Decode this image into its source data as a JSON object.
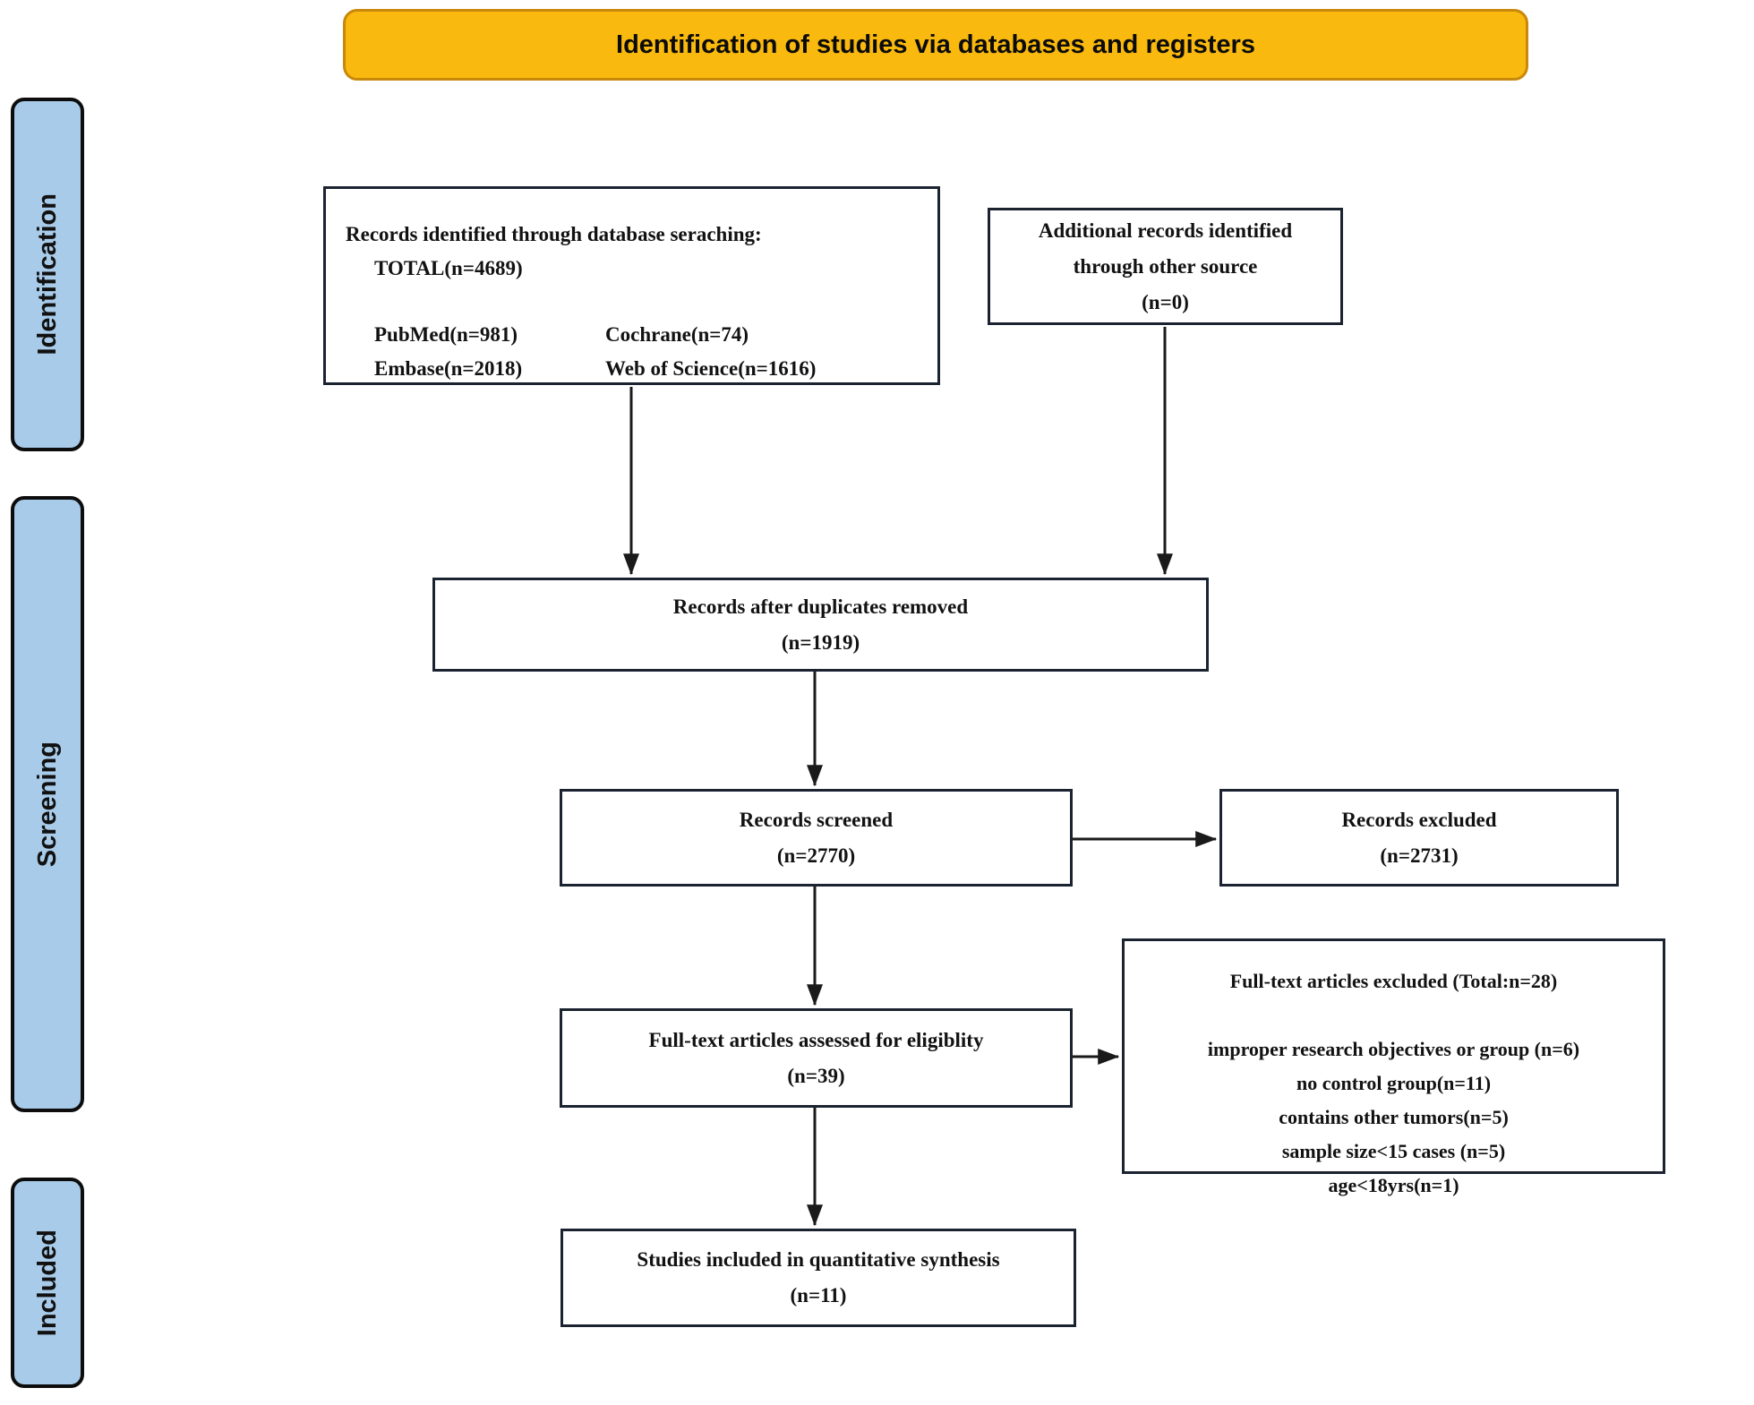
{
  "banner": {
    "label": "Identification of studies via databases and registers",
    "bg_color": "#F9B90E",
    "border_color": "#C8880B"
  },
  "stages": [
    {
      "label": "Identification"
    },
    {
      "label": "Screening"
    },
    {
      "label": "Included"
    }
  ],
  "colors": {
    "stage_bg": "#A8CBE9",
    "box_border": "#1b2330",
    "arrow": "#1a1a1a",
    "text": "#121212"
  },
  "boxes": {
    "db_search": {
      "line1": "Records identified through database seraching:",
      "line2": "TOTAL(n=4689)",
      "col1": [
        "PubMed(n=981)",
        "Embase(n=2018)"
      ],
      "col2": [
        "Cochrane(n=74)",
        "Web of Science(n=1616)"
      ]
    },
    "other_source": {
      "lines": [
        "Additional records identified",
        "through other source",
        "(n=0)"
      ]
    },
    "duplicates_removed": {
      "lines": [
        "Records after duplicates removed",
        "(n=1919)"
      ]
    },
    "screened": {
      "lines": [
        "Records screened",
        "(n=2770)"
      ]
    },
    "excluded": {
      "lines": [
        "Records excluded",
        "(n=2731)"
      ]
    },
    "fulltext": {
      "lines": [
        "Full-text articles assessed for eligiblity",
        "(n=39)"
      ]
    },
    "fulltext_excluded": {
      "title": "Full-text articles excluded (Total:n=28)",
      "reasons": [
        "improper research objectives or group (n=6)",
        "no control group(n=11)",
        "contains other tumors(n=5)",
        "sample size<15 cases (n=5)",
        "age<18yrs(n=1)"
      ]
    },
    "included_quant": {
      "lines": [
        "Studies included in quantitative synthesis",
        "(n=11)"
      ]
    }
  }
}
